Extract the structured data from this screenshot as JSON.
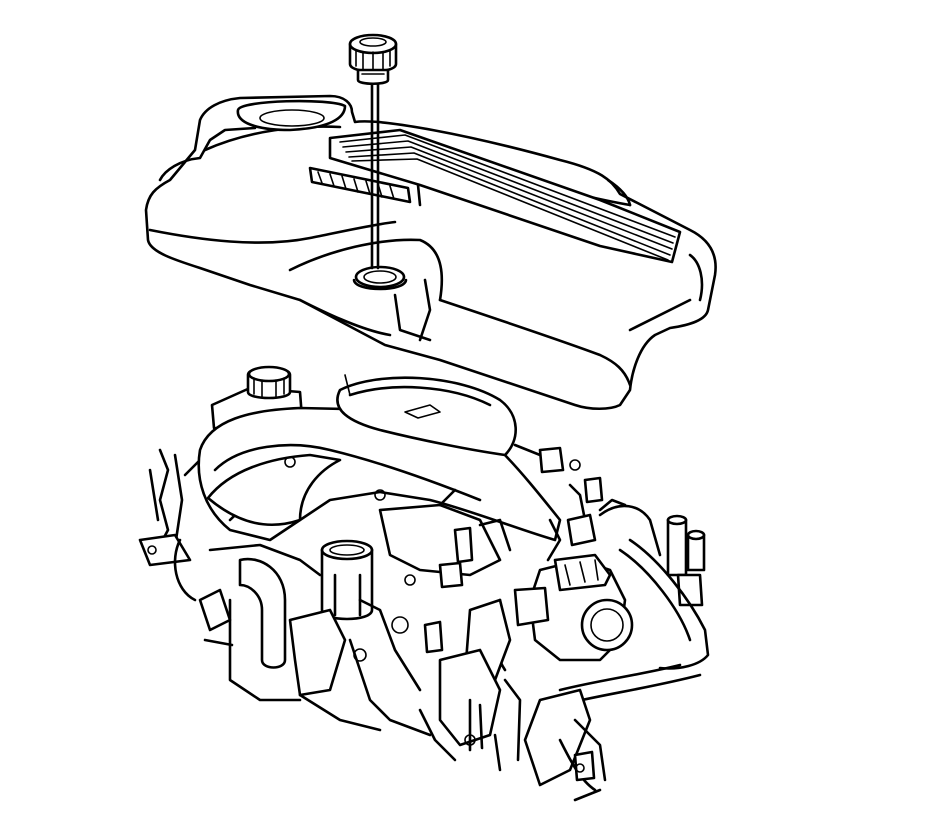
{
  "diagram": {
    "parts": [
      "oil-filler-cap",
      "engine-cover",
      "engine-assembly"
    ],
    "colors": {
      "line": "#000000",
      "background": "#ffffff"
    }
  }
}
